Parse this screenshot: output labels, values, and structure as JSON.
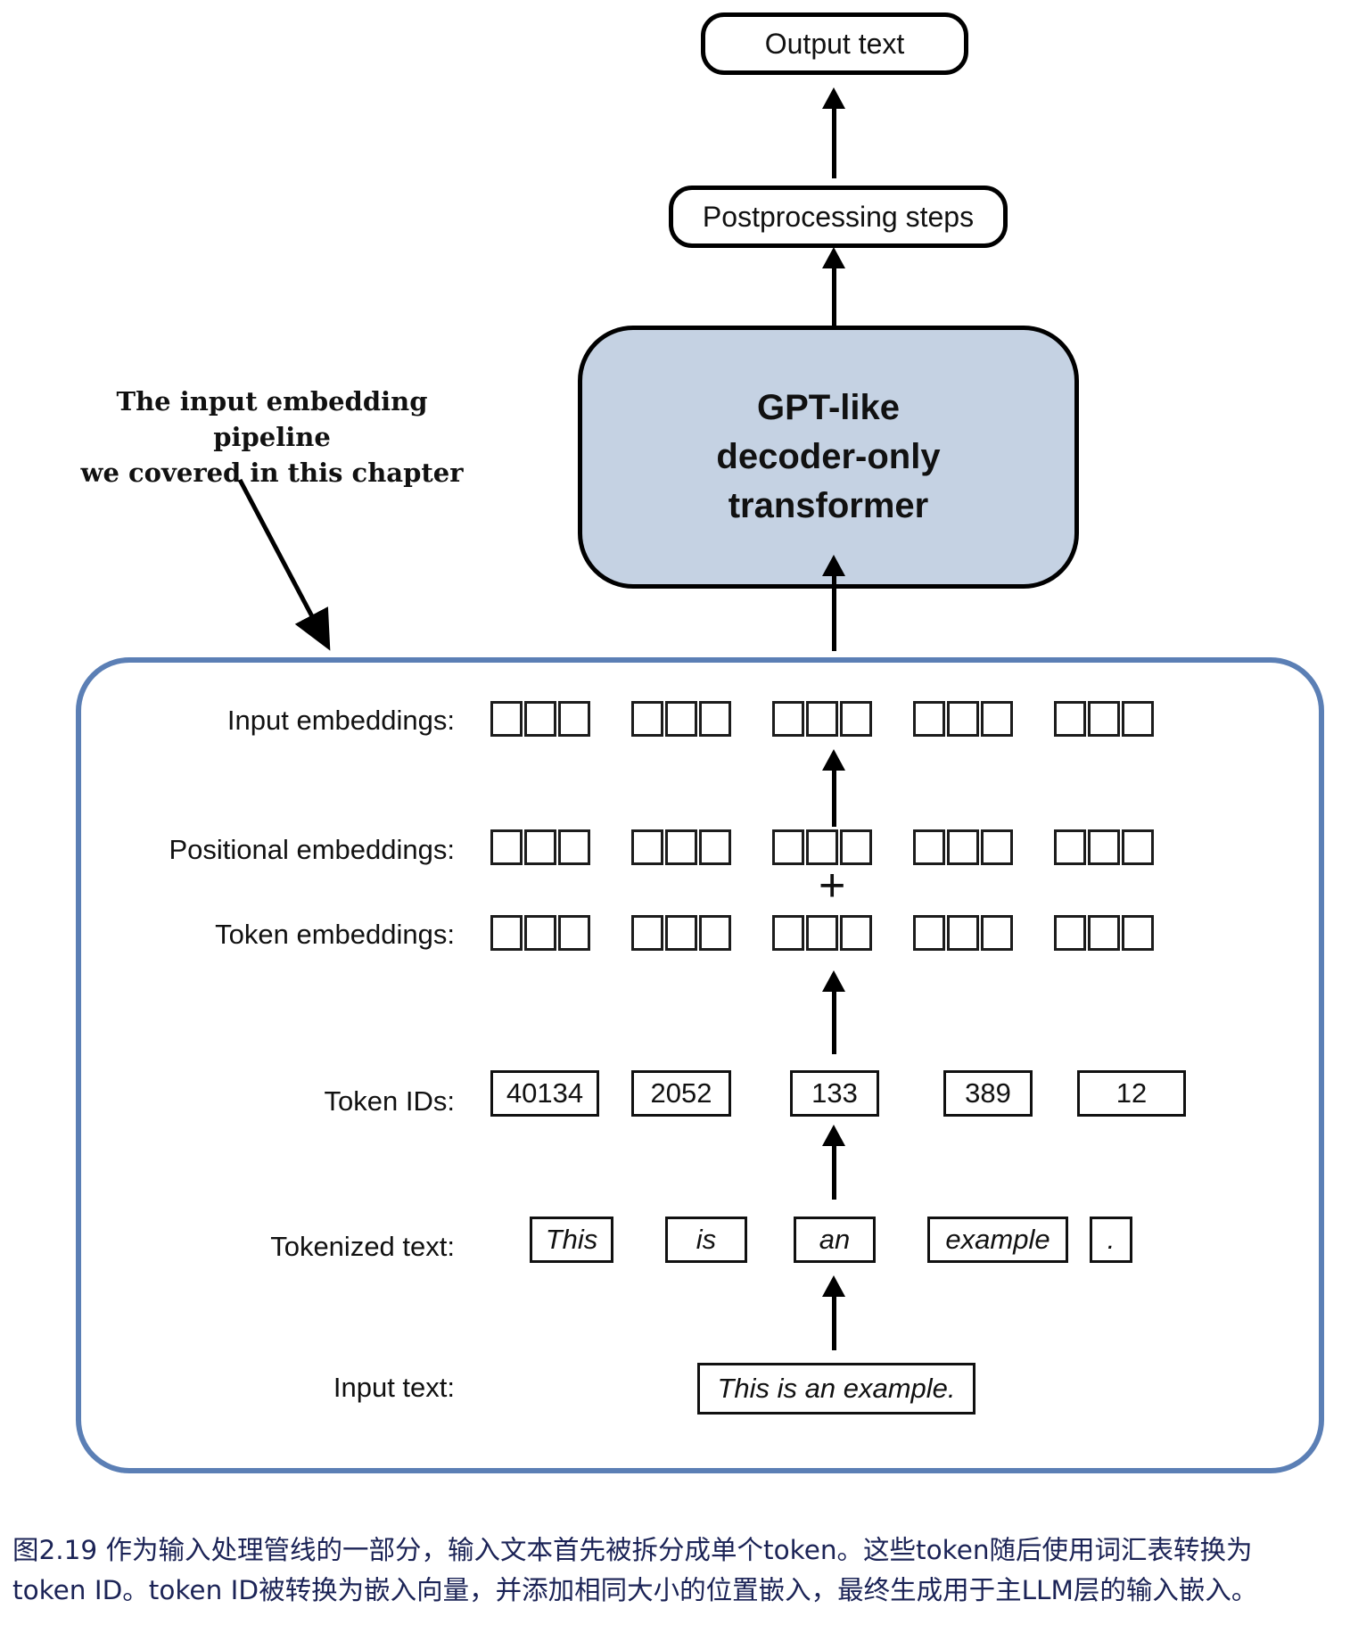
{
  "diagram": {
    "title": "Input embedding pipeline for a GPT-like LLM",
    "top_chain": {
      "output_text_label": "Output text",
      "postprocessing_label": "Postprocessing steps",
      "transformer_lines": [
        "GPT-like",
        "decoder-only",
        "transformer"
      ]
    },
    "annotation": {
      "line1": "The input embedding pipeline",
      "line2": "we covered in this chapter"
    },
    "rows": {
      "input_embeddings_label": "Input embeddings:",
      "positional_embeddings_label": "Positional embeddings:",
      "token_embeddings_label": "Token embeddings:",
      "token_ids_label": "Token IDs:",
      "tokenized_text_label": "Tokenized text:",
      "input_text_label": "Input text:"
    },
    "plus_symbol": "+",
    "embedding_cells_per_group": 3,
    "embedding_groups": 5,
    "token_ids": [
      "40134",
      "2052",
      "133",
      "389",
      "12"
    ],
    "tokens": [
      "This",
      "is",
      "an",
      "example",
      "."
    ],
    "input_text": "This is an example.",
    "colors": {
      "transformer_fill": "#c5d2e3",
      "container_border": "#5b7fb5",
      "box_border": "#000000",
      "caption_text": "#1b2356"
    }
  },
  "caption": {
    "line1": "图2.19 作为输入处理管线的一部分，输入文本首先被拆分成单个token。这些token随后使用词汇表转换为",
    "line2": "token ID。token ID被转换为嵌入向量，并添加相同大小的位置嵌入，最终生成用于主LLM层的输入嵌入。"
  }
}
